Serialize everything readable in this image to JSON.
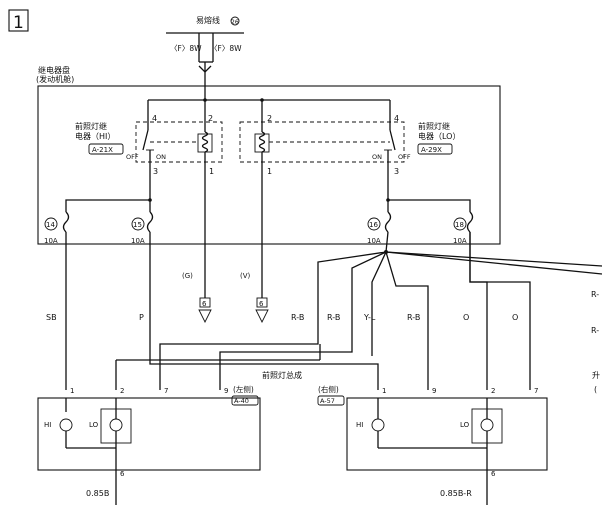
{
  "page_number": "1",
  "fuse_line": {
    "label": "易熔线",
    "num": "26",
    "left_wire": "〈F〉8W",
    "right_wire": "〈F〉8W"
  },
  "relay_box": {
    "label_line1": "继电器盘",
    "label_line2": "(发动机舱)"
  },
  "relay_hi": {
    "label_line1": "前照灯继",
    "label_line2": "电器（HI）",
    "code": "A-21X",
    "pin_top_left": "4",
    "pin_top_right": "2",
    "pin_bottom_left": "3",
    "pin_bottom_right": "1",
    "off": "OFF",
    "on": "ON"
  },
  "relay_lo": {
    "label_line1": "前照灯继",
    "label_line2": "电器（LO）",
    "code": "A-29X",
    "pin_top_left": "2",
    "pin_top_right": "4",
    "pin_bottom_left": "1",
    "pin_bottom_right": "3",
    "off": "OFF",
    "on": "ON"
  },
  "fuses": [
    {
      "num": "14",
      "rating": "10A"
    },
    {
      "num": "15",
      "rating": "10A"
    },
    {
      "num": "16",
      "rating": "10A"
    },
    {
      "num": "18",
      "rating": "10A"
    }
  ],
  "grounds": [
    {
      "color": "(G)",
      "num": "6"
    },
    {
      "color": "(V)",
      "num": "6"
    }
  ],
  "wire_colors": {
    "sb": "SB",
    "p": "P",
    "rb1": "R-B",
    "rb2": "R-B",
    "yl": "Y-L",
    "rb3": "R-B",
    "o1": "O",
    "o2": "O",
    "edge1": "R-",
    "edge2": "R-",
    "edge3": "升",
    "edge4": "("
  },
  "headlamp": {
    "title": "前照灯总成"
  },
  "lamp_left": {
    "side": "(左侧)",
    "code": "A-40",
    "hi": "HI",
    "lo": "LO",
    "pin1": "1",
    "pin2": "2",
    "pin7": "7",
    "pin9": "9",
    "pin6": "6",
    "ground_wire": "0.85B"
  },
  "lamp_right": {
    "side": "(右侧)",
    "code": "A-57",
    "hi": "HI",
    "lo": "LO",
    "pin1": "1",
    "pin9": "9",
    "pin2": "2",
    "pin7": "7",
    "pin6": "6",
    "ground_wire": "0.85B-R"
  }
}
